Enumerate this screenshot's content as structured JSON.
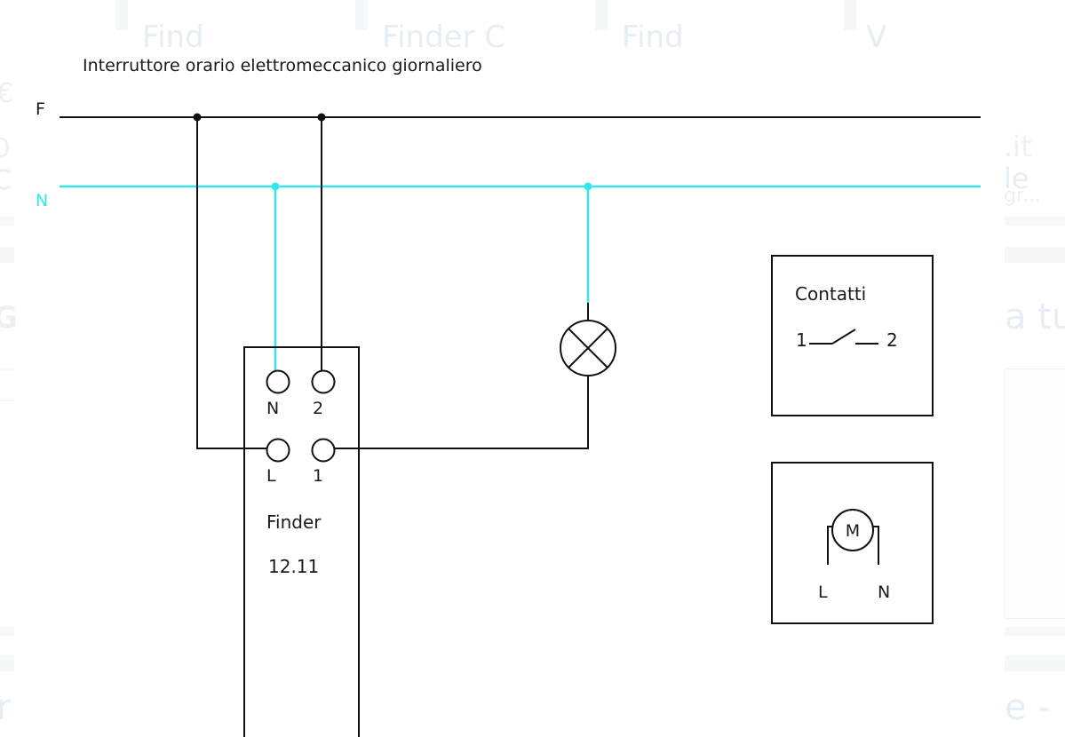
{
  "diagram": {
    "title": "Interruttore orario elettromeccanico giornaliero",
    "lines": {
      "phase_label": "F",
      "neutral_label": "N",
      "phase_color": "#111111",
      "neutral_color": "#33e6ec"
    },
    "device": {
      "brand": "Finder",
      "model": "12.11",
      "terminals": {
        "top_left": "N",
        "top_right": "2",
        "bottom_left": "L",
        "bottom_right": "1"
      }
    },
    "lamp": {
      "symbol": "lamp-cross-circle"
    },
    "legend_contacts": {
      "title": "Contatti",
      "left_label": "1",
      "right_label": "2"
    },
    "legend_motor": {
      "symbol_label": "M",
      "left_label": "L",
      "right_label": "N"
    }
  },
  "background_ghost": {
    "top_fragments": [
      "Find",
      "Finder C",
      "Find",
      "V"
    ],
    "left_fragments": [
      "€",
      "O",
      "C",
      "G",
      "r"
    ],
    "right_fragments": [
      ".it",
      "le",
      "gr...",
      "a tu",
      "e -"
    ]
  }
}
